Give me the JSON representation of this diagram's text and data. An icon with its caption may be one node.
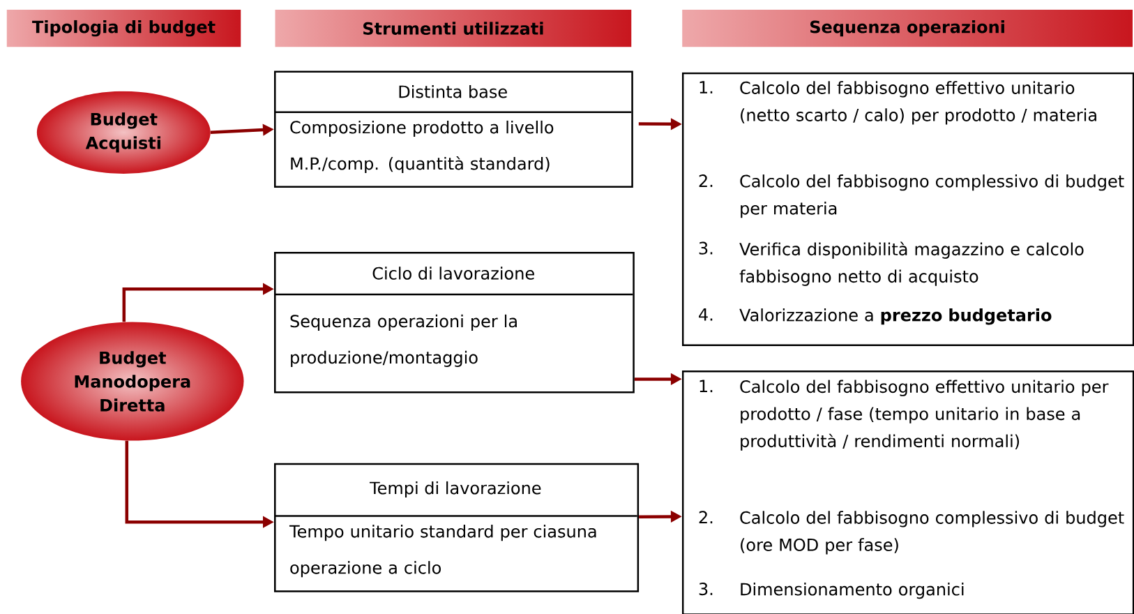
{
  "diagram": {
    "nodes": [
      {
        "text": [
          "Tipologia di budget"
        ]
      },
      {
        "text": [
          "Strumenti utilizzati"
        ]
      },
      {
        "text": [
          "Sequenza operazioni"
        ]
      },
      {
        "text": [
          "Budget Acquisti"
        ]
      },
      {
        "text": [
          "Distinta base",
          "Composizione prodotto a livello M.P./comp. (quantità standard)"
        ]
      },
      {
        "text": [
          "Calcolo del fabbisogno effettivo unitario (netto scarto / calo) per prodotto / materia",
          "Calcolo del fabbisogno complessivo di budget per materia",
          "Verifica disponibilità magazzino e calcolo fabbisogno netto di acquisto",
          "Valorizzazione a **prezzo budgetario**"
        ]
      },
      {
        "text": [
          "Budget Manodopera Diretta"
        ]
      },
      {
        "text": [
          "Ciclo di lavorazione",
          "Sequenza operazioni per la produzione/montaggio"
        ]
      },
      {
        "text": [
          "Tempi di lavorazione",
          "Tempo unitario standard per ciasuna operazione a ciclo"
        ]
      },
      {
        "text": [
          "Calcolo del fabbisogno effettivo unitario per prodotto / fase (tempo unitario in base a produttività / rendimenti normali)",
          "Calcolo del fabbisogno complessivo di budget (ore MOD per fase)",
          "Dimensionamento organici"
        ]
      }
    ],
    "edges": [
      {
        "from": 3,
        "to": 4,
        "arrow": "to"
      },
      {
        "from": 4,
        "to": 5,
        "arrow": "to"
      },
      {
        "from": 6,
        "to": 7,
        "arrow": "to"
      },
      {
        "from": 6,
        "to": 8,
        "arrow": "to"
      },
      {
        "from": 7,
        "to": 9,
        "arrow": "to"
      },
      {
        "from": 8,
        "to": 9,
        "arrow": "to"
      }
    ],
    "labels": [
      "1.",
      "2.",
      "3.",
      "4.",
      "1.",
      "2.",
      "3."
    ]
  }
}
